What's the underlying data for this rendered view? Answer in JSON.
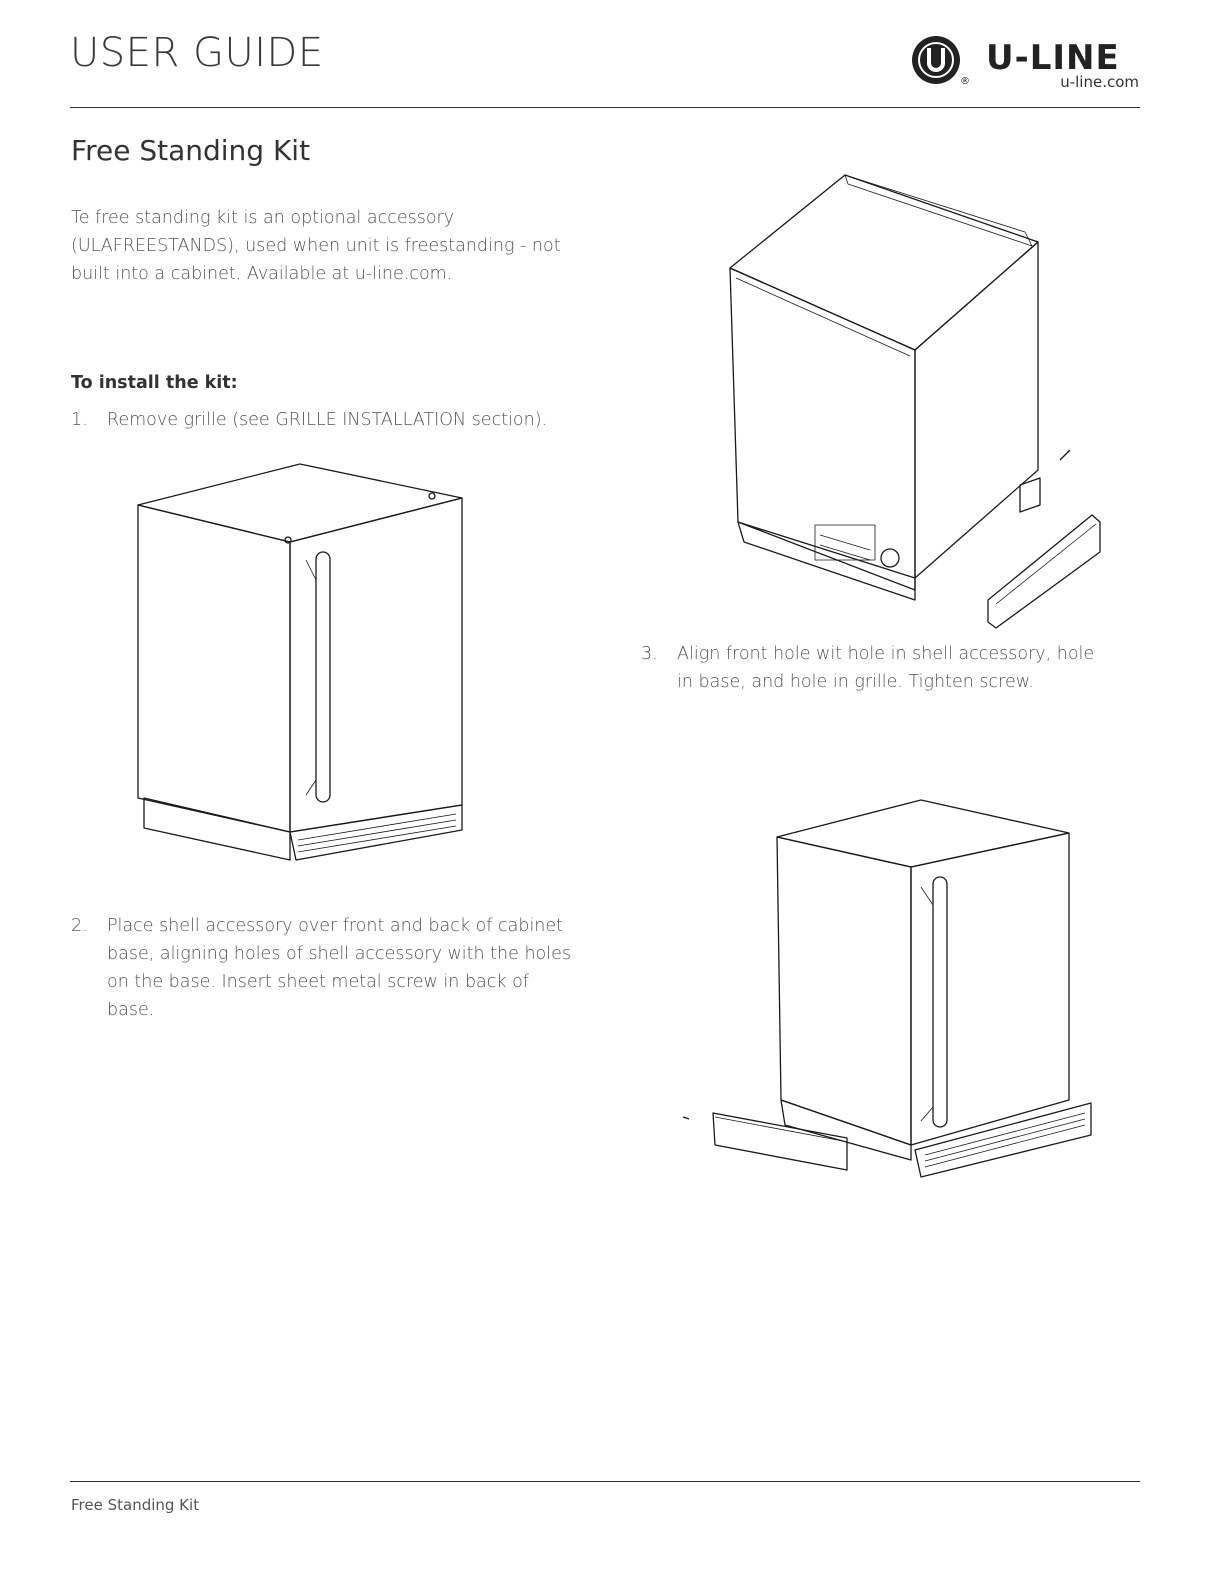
{
  "header": {
    "title": "USER GUIDE",
    "brand": "U-LINE",
    "brand_url": "u-line.com",
    "logo_icon": "u-line-logo-icon"
  },
  "section": {
    "title": "Free Standing Kit",
    "intro": "Te free standing kit is an optional accessory (ULAFREESTANDS), used when unit is freestanding - not built into a cabinet. Available at u-line.com.",
    "subhead": "To install the kit:",
    "steps": [
      {
        "num": "1.",
        "text": "Remove grille (see GRILLE INSTALLATION section)."
      },
      {
        "num": "2.",
        "text": "Place shell accessory over front and back of cabinet base, aligning holes of shell accessory with the holes on the base. Insert sheet metal screw in back of base."
      },
      {
        "num": "3.",
        "text": "Align front hole wit hole in shell accessory, hole in base, and hole in grille. Tighten screw."
      }
    ]
  },
  "footer": {
    "text": "Free Standing Kit"
  }
}
